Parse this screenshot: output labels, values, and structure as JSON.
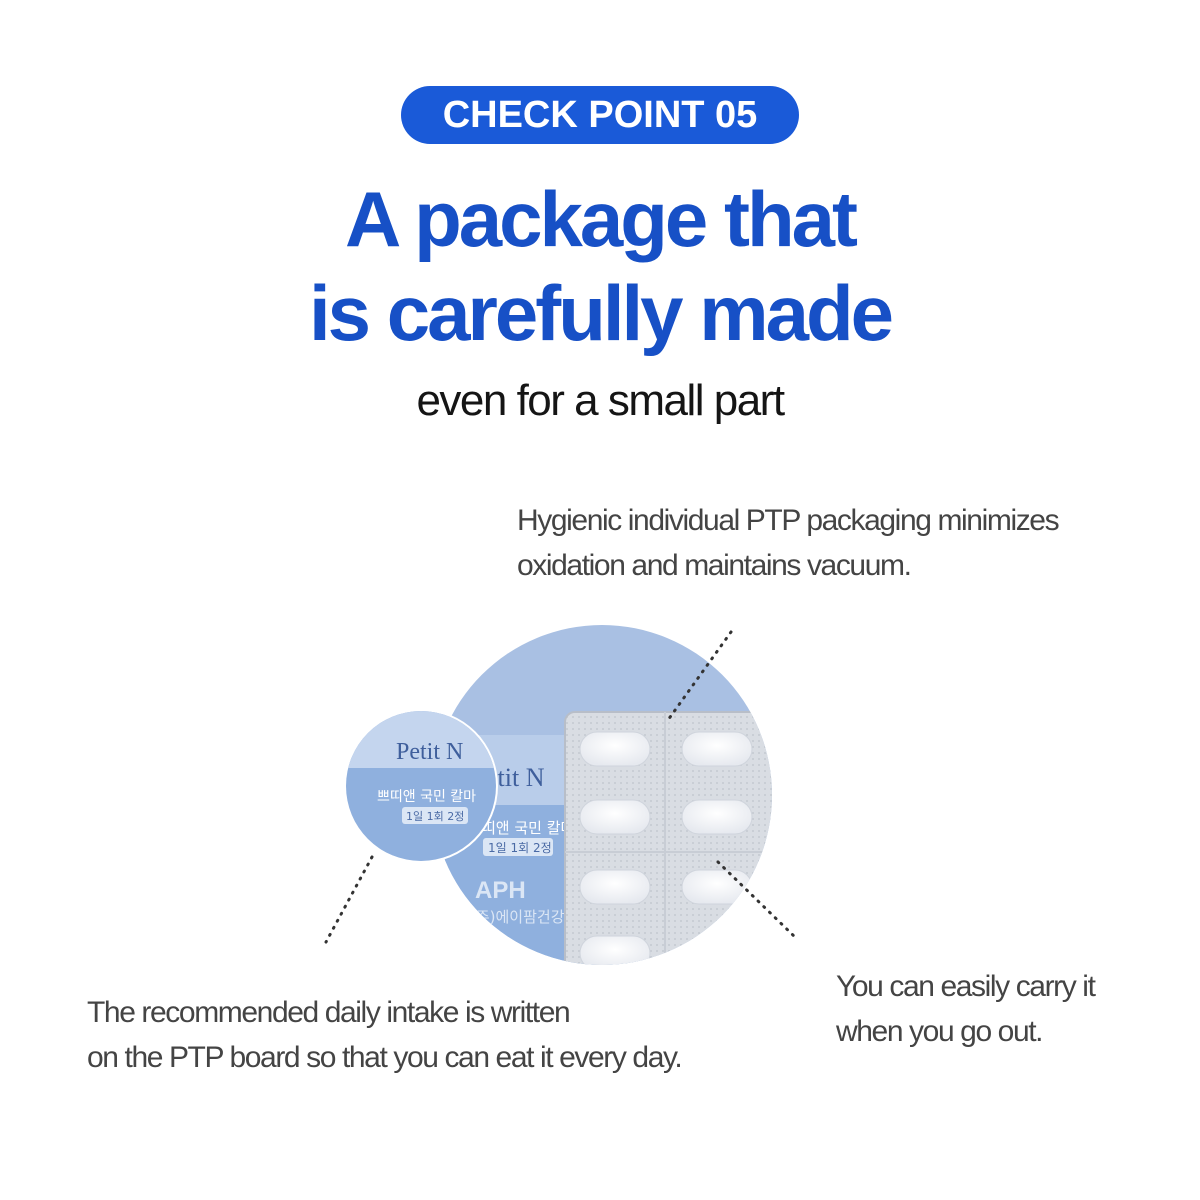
{
  "badge": {
    "label": "CHECK POINT 05"
  },
  "headline": {
    "line1": "A package that",
    "line2": "is carefully made"
  },
  "subheadline": "even for a small part",
  "captions": {
    "top": [
      "Hygienic individual PTP packaging minimizes",
      "oxidation and maintains vacuum."
    ],
    "left": [
      "The recommended daily intake is written",
      "on the PTP board so that you can eat it every day."
    ],
    "right": [
      "You can easily carry it",
      "when you go out."
    ]
  },
  "package": {
    "brand": "Petit N",
    "brand_partial": "etit N",
    "product_name": "쁘띠앤 국민 칼마",
    "product_name_partial": "띠앤 국민 칼마",
    "dosage": "1일 1회 2정",
    "maker_logo": "APH",
    "maker_name": "(주)에이팜건강"
  },
  "colors": {
    "accent": "#1a5ad8",
    "headline": "#1750c6",
    "circle_bg": "#a9c0e3",
    "package_blue": "#8fb0de"
  }
}
